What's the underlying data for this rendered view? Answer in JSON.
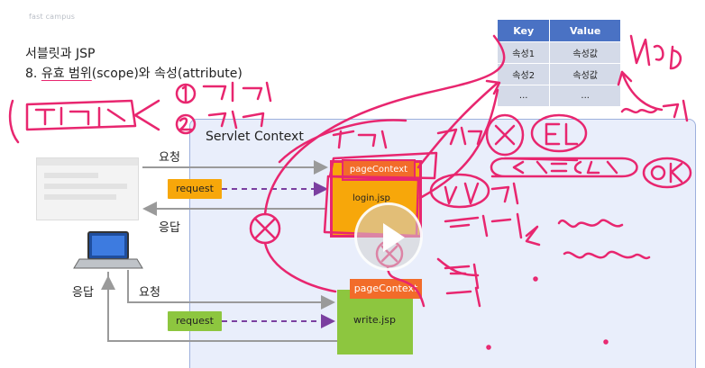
{
  "header": {
    "brand": "fast campus",
    "title": "서블릿과 JSP",
    "subtitle_number": "8.",
    "subtitle_underlined": "유효 범위",
    "subtitle_rest": "(scope)와 속성(attribute)"
  },
  "diagram": {
    "context_label": "Servlet Context",
    "top_flow": {
      "request_word": "요청",
      "response_word": "응답",
      "request_tag": "request"
    },
    "bottom_flow": {
      "request_word": "요청",
      "response_word": "응답",
      "request_tag": "request"
    },
    "jsp_top": {
      "context": "pageContext",
      "file": "login.jsp"
    },
    "jsp_bottom": {
      "context": "pageContext",
      "file": "write.jsp"
    }
  },
  "kv_table": {
    "headers": [
      "Key",
      "Value"
    ],
    "rows": [
      [
        "속성1",
        "속성값"
      ],
      [
        "속성2",
        "속성값"
      ],
      [
        "...",
        "..."
      ]
    ]
  },
  "colors": {
    "annotation": "#e8266f",
    "orange": "#f7a70a",
    "green": "#8dc63f",
    "page_context": "#f26c2a",
    "table_header": "#4a72c4",
    "context_bg": "#e9eefb",
    "dashed_arrow": "#7b3fa0"
  },
  "player": {
    "icon": "play-icon"
  }
}
